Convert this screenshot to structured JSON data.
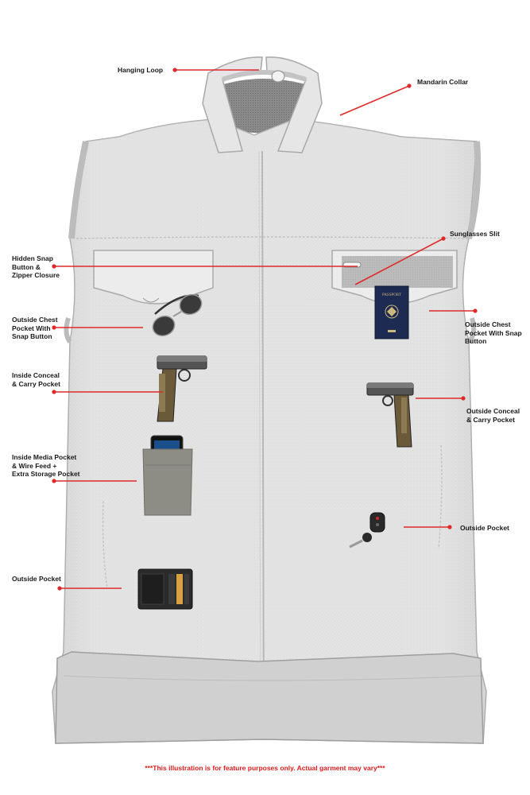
{
  "labels": {
    "hanging_loop": "Hanging Loop",
    "mandarin_collar": "Mandarin Collar",
    "sunglasses_slit": "Sunglasses Slit",
    "hidden_snap": "Hidden Snap\nButton &\nZipper Closure",
    "outside_chest_left": "Outside Chest\nPocket With\nSnap Button",
    "outside_chest_right": "Outside Chest\nPocket With Snap\nButton",
    "inside_conceal": "Inside Conceal\n& Carry Pocket",
    "outside_conceal": "Outside Conceal\n& Carry Pocket",
    "inside_media": "Inside Media Pocket\n& Wire Feed +\nExtra Storage Pocket",
    "outside_pocket_right": "Outside Pocket",
    "outside_pocket_left": "Outside Pocket"
  },
  "passport_text": "PASSPORT",
  "footer": "***This illustration is for feature purposes only. Actual garment may vary***",
  "colors": {
    "vest": "#e3e3e3",
    "vest_shadow": "#c9c9c9",
    "leather": "#d2d2d2",
    "callout": "#e02a2a",
    "passport": "#1d2a52",
    "footer": "#e01b1b"
  }
}
